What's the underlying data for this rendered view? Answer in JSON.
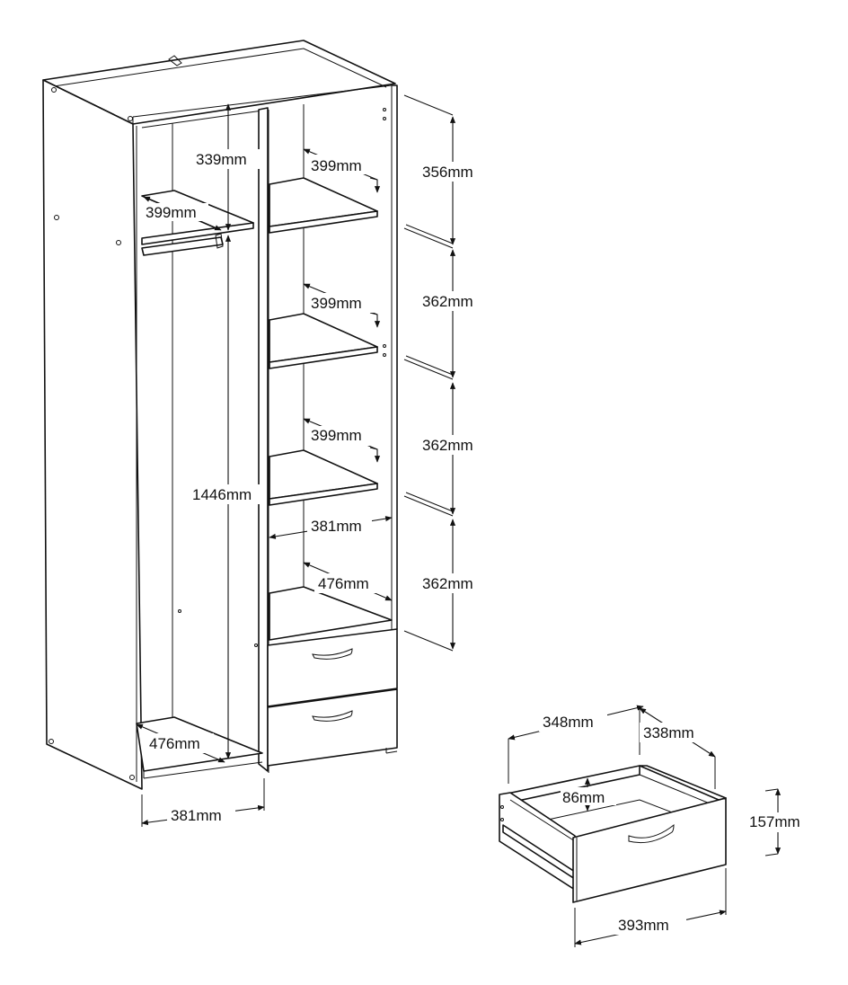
{
  "wardrobe": {
    "dim_top_hanging": "339mm",
    "dim_shelf_depth_1": "399mm",
    "dim_shelf_depth_2": "399mm",
    "dim_shelf_depth_3": "399mm",
    "dim_shelf_depth_left": "399mm",
    "dim_hanging_height": "1446mm",
    "dim_inner_width_right": "381mm",
    "dim_bottom_depth_right": "476mm",
    "dim_bottom_depth_left": "476mm",
    "dim_width_left": "381mm",
    "dim_compartment_1": "356mm",
    "dim_compartment_2": "362mm",
    "dim_compartment_3": "362mm",
    "dim_compartment_4": "362mm"
  },
  "drawer": {
    "dim_inner_width": "348mm",
    "dim_depth": "338mm",
    "dim_inner_height": "86mm",
    "dim_front_height": "157mm",
    "dim_front_width": "393mm"
  }
}
